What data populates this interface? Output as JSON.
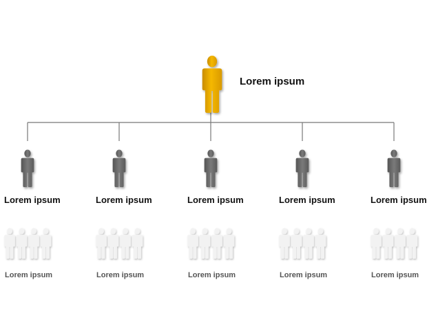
{
  "diagram": {
    "top": {
      "label": "Lorem ipsum",
      "color": "#e8a500"
    },
    "branches": [
      {
        "label": "Lorem ipsum",
        "team_label": "Lorem ipsum"
      },
      {
        "label": "Lorem ipsum",
        "team_label": "Lorem ipsum"
      },
      {
        "label": "Lorem ipsum",
        "team_label": "Lorem ipsum"
      },
      {
        "label": "Lorem ipsum",
        "team_label": "Lorem ipsum"
      },
      {
        "label": "Lorem ipsum",
        "team_label": "Lorem ipsum"
      }
    ],
    "manager_color": "#6b6b6b",
    "team_color": "#eeeeee",
    "line_color": "#777777"
  }
}
